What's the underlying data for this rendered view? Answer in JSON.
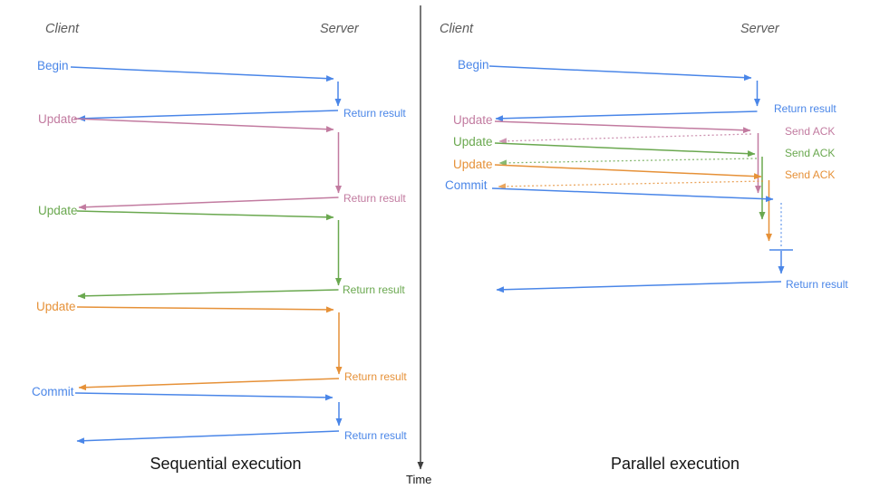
{
  "colors": {
    "blue": "#4a86e8",
    "pink": "#c27ba0",
    "green": "#6aa84f",
    "orange": "#e69138",
    "header": "#5b5b5b",
    "axis": "#3f3f3f",
    "title": "#141414"
  },
  "time_axis": {
    "label": "Time"
  },
  "left": {
    "title": "Sequential execution",
    "client_header": "Client",
    "server_header": "Server",
    "messages": [
      {
        "label": "Begin",
        "color": "blue",
        "response": "Return result"
      },
      {
        "label": "Update",
        "color": "pink",
        "response": "Return result"
      },
      {
        "label": "Update",
        "color": "green",
        "response": "Return result"
      },
      {
        "label": "Update",
        "color": "orange",
        "response": "Return result"
      },
      {
        "label": "Commit",
        "color": "blue",
        "response": "Return result"
      }
    ]
  },
  "right": {
    "title": "Parallel execution",
    "client_header": "Client",
    "server_header": "Server",
    "messages": [
      {
        "label": "Begin",
        "color": "blue",
        "response": "Return result"
      },
      {
        "label": "Update",
        "color": "pink",
        "response": "Send ACK"
      },
      {
        "label": "Update",
        "color": "green",
        "response": "Send ACK"
      },
      {
        "label": "Update",
        "color": "orange",
        "response": "Send ACK"
      },
      {
        "label": "Commit",
        "color": "blue",
        "response": "Return result"
      }
    ]
  }
}
